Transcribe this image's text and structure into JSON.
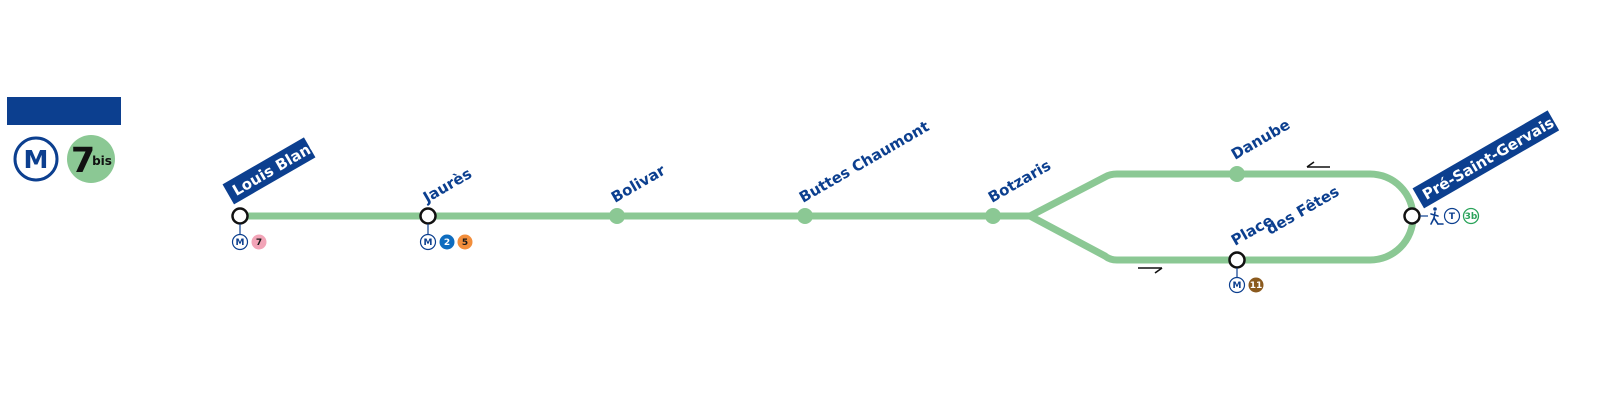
{
  "line": {
    "mode_symbol": "M",
    "number": "7",
    "suffix": "bis",
    "color": "#8bc894",
    "dark_blue": "#0c3f8f"
  },
  "stations": [
    {
      "name": "Louis Blanc",
      "terminus": true,
      "correspondences": [
        {
          "label": "M",
          "kind": "metro-symbol"
        },
        {
          "label": "7",
          "color": "#f2a4b7",
          "text_color": "#1a1a1a"
        }
      ]
    },
    {
      "name": "Jaurès",
      "terminus": false,
      "correspondences": [
        {
          "label": "M",
          "kind": "metro-symbol"
        },
        {
          "label": "2",
          "color": "#0e6cbf",
          "text_color": "#ffffff"
        },
        {
          "label": "5",
          "color": "#f28e3c",
          "text_color": "#1a1a1a"
        }
      ]
    },
    {
      "name": "Bolivar",
      "terminus": false,
      "correspondences": []
    },
    {
      "name": "Buttes Chaumont",
      "terminus": false,
      "correspondences": []
    },
    {
      "name": "Botzaris",
      "terminus": false,
      "correspondences": []
    },
    {
      "name": "Danube",
      "terminus": false,
      "correspondences": []
    },
    {
      "name_line1": "Place",
      "name_line2": "des Fêtes",
      "terminus": false,
      "correspondences": [
        {
          "label": "M",
          "kind": "metro-symbol"
        },
        {
          "label": "11",
          "color": "#8b5a1e",
          "text_color": "#ffffff"
        }
      ]
    },
    {
      "name": "Pré-Saint-Gervais",
      "terminus": true,
      "correspondences": [
        {
          "label": "walk",
          "kind": "pedestrian-icon"
        },
        {
          "label": "T",
          "kind": "tram-symbol"
        },
        {
          "label": "3b",
          "color": "#ffffff",
          "text_color": "#2aa35a",
          "border": "#2aa35a"
        }
      ]
    }
  ]
}
